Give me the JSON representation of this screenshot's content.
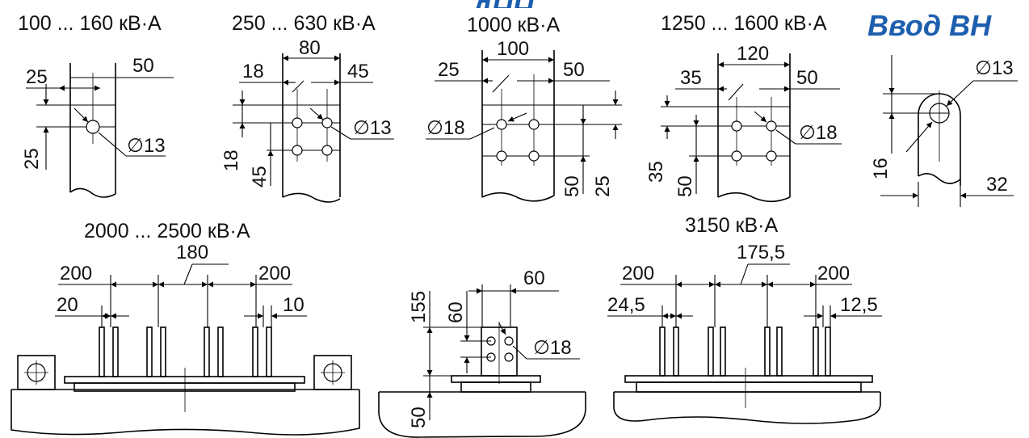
{
  "top_label": "ДНН",
  "accent_color": "#1d5fae",
  "headings": {
    "h1": "100 ... 160 кВ·А",
    "h2": "250 ... 630 кВ·А",
    "h3": "1000 кВ·А",
    "h4": "1250 ... 1600 кВ·А",
    "h5": "Ввод ВН",
    "h6": "2000 ... 2500 кВ·А",
    "h7": "3150 кВ·А"
  },
  "dims": {
    "d1_25_top": "25",
    "d1_50": "50",
    "d1_25_side": "25",
    "d1_dia": "∅13",
    "d2_80": "80",
    "d2_18_top": "18",
    "d2_45_top": "45",
    "d2_18_side": "18",
    "d2_45_side": "45",
    "d2_dia": "∅13",
    "d3_100": "100",
    "d3_25_top": "25",
    "d3_50_top": "50",
    "d3_dia": "∅18",
    "d3_50_side": "50",
    "d3_25_side": "25",
    "d4_120": "120",
    "d4_35_top": "35",
    "d4_50_top": "50",
    "d4_35_side": "35",
    "d4_50_side": "50",
    "d4_dia": "∅18",
    "d5_dia": "∅13",
    "d5_16": "16",
    "d5_32": "32",
    "d6_200_left": "200",
    "d6_180": "180",
    "d6_200_right": "200",
    "d6_20": "20",
    "d6_10": "10",
    "d7_155": "155",
    "d7_60_top": "60",
    "d7_60_side": "60",
    "d7_dia": "∅18",
    "d7_50": "50",
    "d8_200_left": "200",
    "d8_175": "175,5",
    "d8_200_right": "200",
    "d8_24": "24,5",
    "d8_12": "12,5"
  }
}
